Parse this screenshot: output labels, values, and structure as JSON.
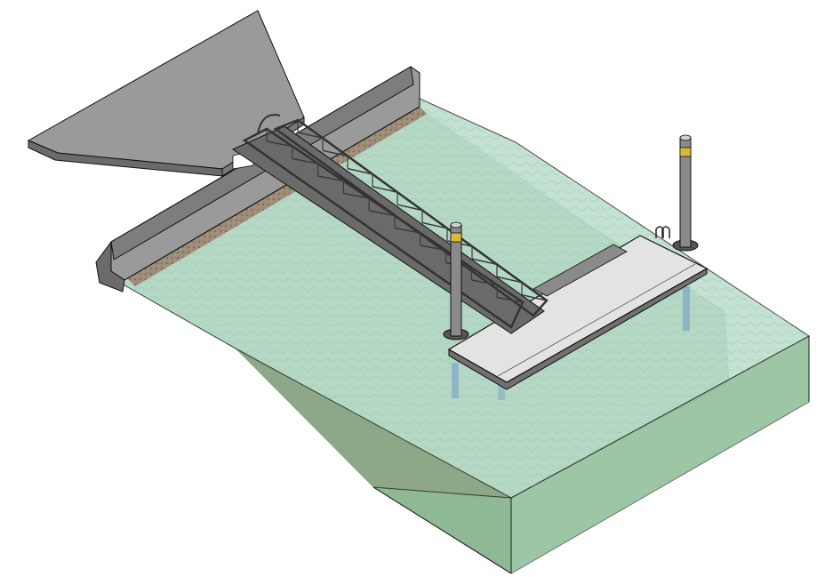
{
  "scene": {
    "colors": {
      "water_top": "#b5dcc7",
      "water_side_front": "#8fbf99",
      "water_side_right": "#a3d3be",
      "water_deep": "#6f8f63",
      "seabed": "#7fa38b",
      "concrete_top": "#9a9a9a",
      "concrete_side": "#6b6b6b",
      "gravel": "#9c8c78",
      "truss_steel": "#555555",
      "truss_dark": "#3a3a3a",
      "pontoon_deck": "#e3e3e3",
      "pontoon_edge": "#707070",
      "pile": "#8a8a8a",
      "pile_band": "#d8b93a",
      "outline": "#111111"
    },
    "components": {
      "concrete_ramp": "abutment-ramp",
      "seawall": "quay-wall",
      "gangway": "steel-truss-gangway",
      "pontoon": "floating-pontoon",
      "piles": [
        "guide-pile-front",
        "guide-pile-rear"
      ],
      "ladder": "access-ladder-icon",
      "water_body": "water-volume"
    }
  }
}
